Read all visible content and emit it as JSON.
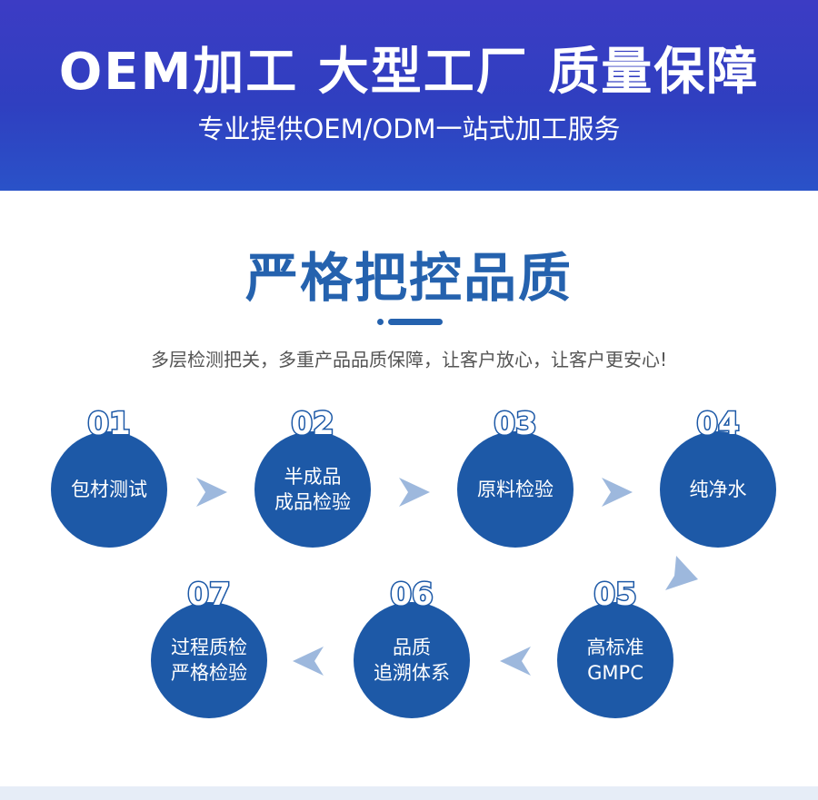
{
  "banner": {
    "title": "OEM加工 大型工厂 质量保障",
    "subtitle": "专业提供OEM/ODM一站式加工服务"
  },
  "section": {
    "title": "严格把控品质",
    "description": "多层检测把关，多重产品品质保障，让客户放心，让客户更安心!"
  },
  "steps": [
    {
      "number": "01",
      "label": "包材测试"
    },
    {
      "number": "02",
      "label": "半成品\n成品检验"
    },
    {
      "number": "03",
      "label": "原料检验"
    },
    {
      "number": "04",
      "label": "纯净水"
    },
    {
      "number": "05",
      "label": "高标准\nGMPC"
    },
    {
      "number": "06",
      "label": "品质\n追溯体系"
    },
    {
      "number": "07",
      "label": "过程质检\n严格检验"
    }
  ],
  "colors": {
    "banner": "#3c3cc4",
    "accent": "#2562ae",
    "circle": "#1d59a7",
    "arrow": "#9db8dd"
  }
}
